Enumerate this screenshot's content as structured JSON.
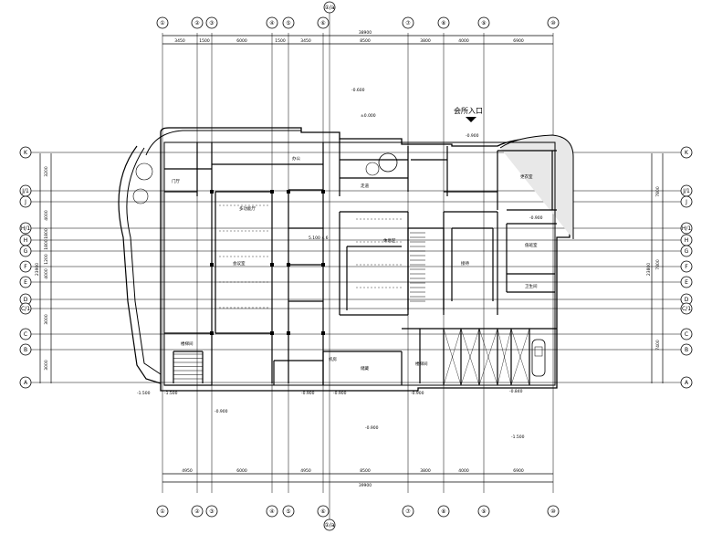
{
  "drawing": {
    "entrance_label": "会所入口",
    "col_axes_top": [
      "①",
      "②",
      "③",
      "④",
      "⑤",
      "⑥",
      "⑦",
      "⑧",
      "⑨",
      "⑩"
    ],
    "col_axes_bottom": [
      "①",
      "②",
      "③",
      "④",
      "⑤",
      "⑥",
      "⑦",
      "⑧",
      "⑨",
      "⑩"
    ],
    "col_axes_top_ext": "①/a",
    "col_axes_bottom_ext": "①/a",
    "row_axes": [
      "K",
      "J/1",
      "J",
      "H/1",
      "H",
      "G",
      "F",
      "E",
      "D",
      "C/1",
      "C",
      "B",
      "A"
    ],
    "top_dims": [
      "3450",
      "1500",
      "6000",
      "1500",
      "3450",
      "8500",
      "3800",
      "4000",
      "6900"
    ],
    "top_total": "38900",
    "bottom_dims": [
      "4950",
      "6000",
      "4950",
      "8500",
      "3800",
      "4000",
      "6900"
    ],
    "bottom_total": "39900",
    "left_dims": [
      "3200",
      "4000",
      "1800",
      "1800",
      "1200",
      "4000",
      "3000",
      "3000"
    ],
    "left_total": "23900",
    "right_dims": [
      "7800",
      "7800",
      "7400"
    ],
    "right_total": "23800",
    "levels": [
      "-1.500",
      "-1.500",
      "-0.900",
      "-0.900",
      "-0.900",
      "-0.900",
      "-0.840",
      "-1.500",
      "-0.900",
      "-0.600",
      "±0.000",
      "5.100 4.6",
      "-0.900",
      "-0.900"
    ],
    "room_labels": [
      "楼梯间",
      "门厅",
      "会议室",
      "多功能厅",
      "办公",
      "卫生间",
      "机房",
      "走道",
      "休息区",
      "接待",
      "更衣室",
      "楼梯间",
      "值班室",
      "储藏"
    ]
  }
}
